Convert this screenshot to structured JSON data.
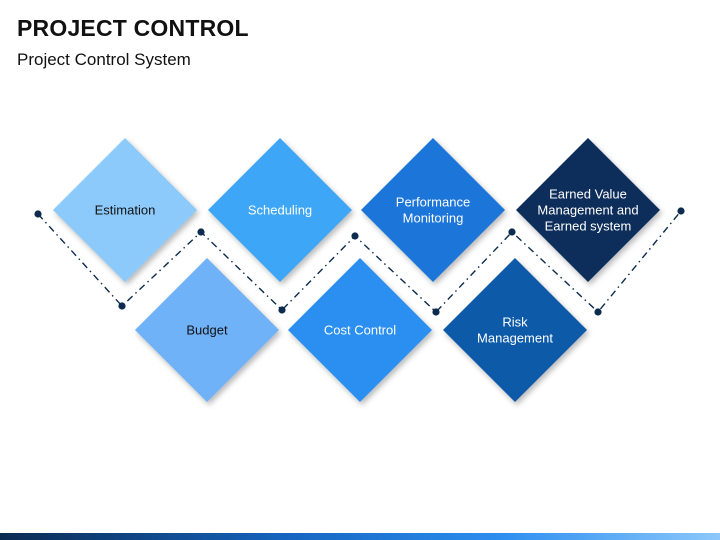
{
  "title": "PROJECT CONTROL",
  "subtitle": "Project Control System",
  "colors": {
    "connector": "#0d2b4e",
    "dark_text": "#111111",
    "light_text": "#ffffff"
  },
  "nodes": [
    {
      "key": "estimation",
      "lines": [
        "Estimation"
      ],
      "fill": "#8ccafc",
      "text_color": "#111111"
    },
    {
      "key": "budget",
      "lines": [
        "Budget"
      ],
      "fill": "#6fb2f8",
      "text_color": "#111111"
    },
    {
      "key": "scheduling",
      "lines": [
        "Scheduling"
      ],
      "fill": "#3ea6f6",
      "text_color": "#ffffff"
    },
    {
      "key": "cost-control",
      "lines": [
        "Cost Control"
      ],
      "fill": "#2a8ff1",
      "text_color": "#ffffff"
    },
    {
      "key": "performance-monitoring",
      "lines": [
        "Performance",
        "Monitoring"
      ],
      "fill": "#1a74d9",
      "text_color": "#ffffff"
    },
    {
      "key": "risk-management",
      "lines": [
        "Risk",
        "Management"
      ],
      "fill": "#0f5aa8",
      "text_color": "#ffffff"
    },
    {
      "key": "earned-value",
      "lines": [
        "Earned Value",
        "Management and",
        "Earned system"
      ],
      "fill": "#0d2f5a",
      "text_color": "#ffffff"
    }
  ]
}
